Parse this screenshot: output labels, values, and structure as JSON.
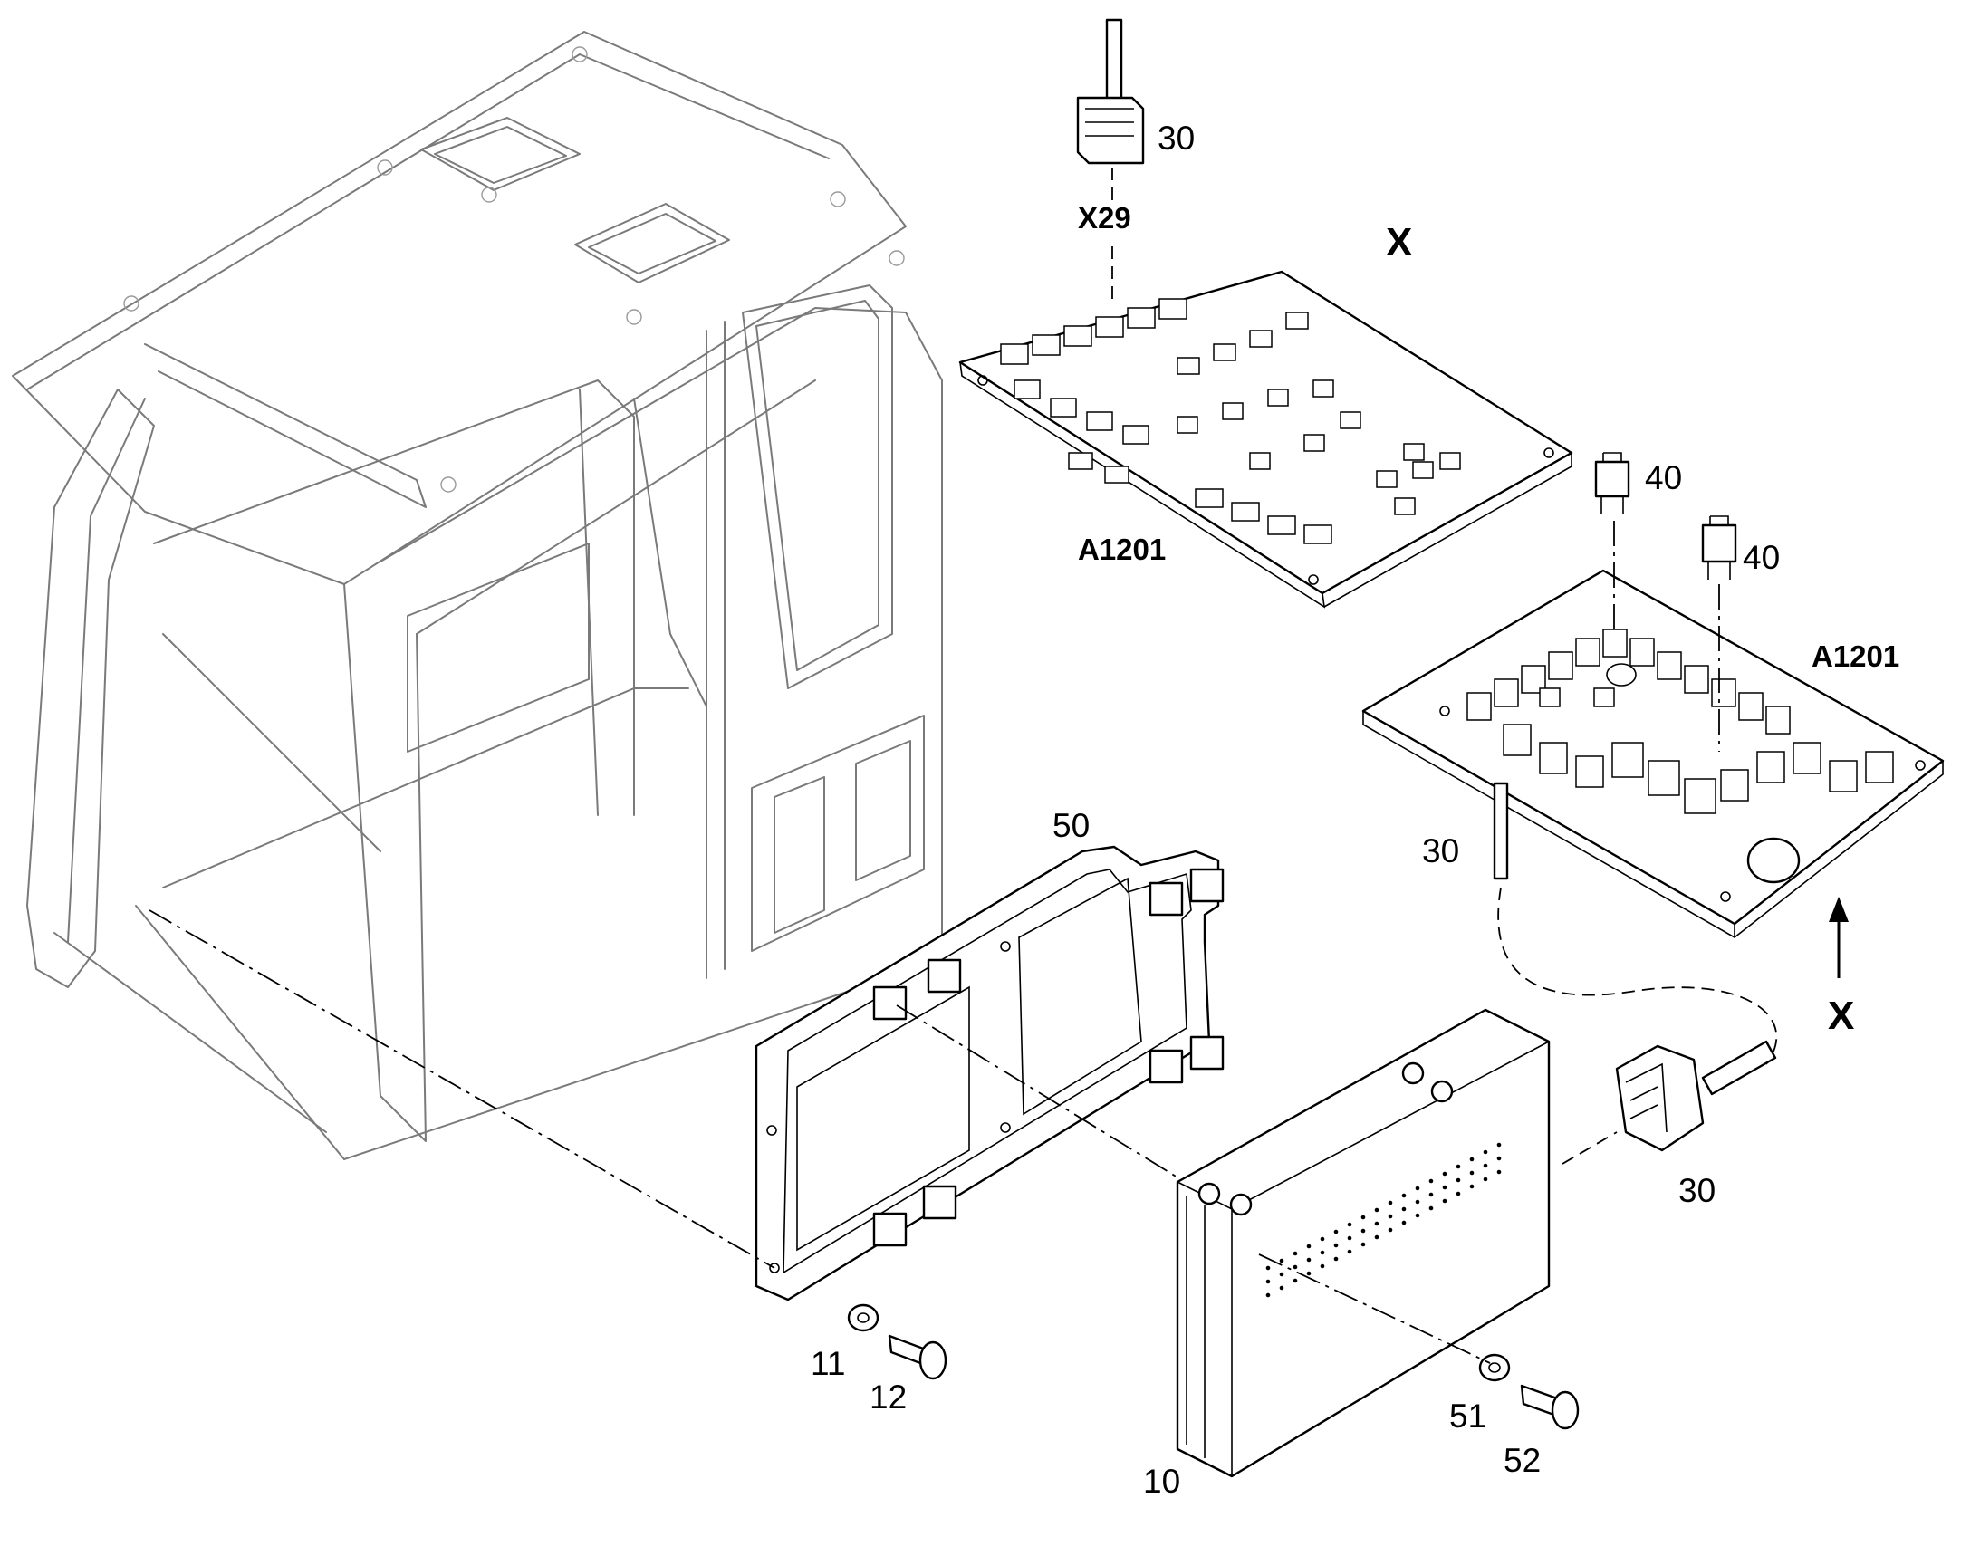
{
  "diagram": {
    "callouts": {
      "connector_top": "30",
      "connector_x29": "X29",
      "view_marker": "X",
      "board_top": "A1201",
      "relay_a": "40",
      "relay_b": "40",
      "board_right": "A1201",
      "cable_right": "30",
      "view_arrow": "X",
      "bracket": "50",
      "connector_bottom": "30",
      "washer_left": "11",
      "bolt_left": "12",
      "control_unit": "10",
      "washer_right": "51",
      "bolt_right": "52"
    }
  }
}
